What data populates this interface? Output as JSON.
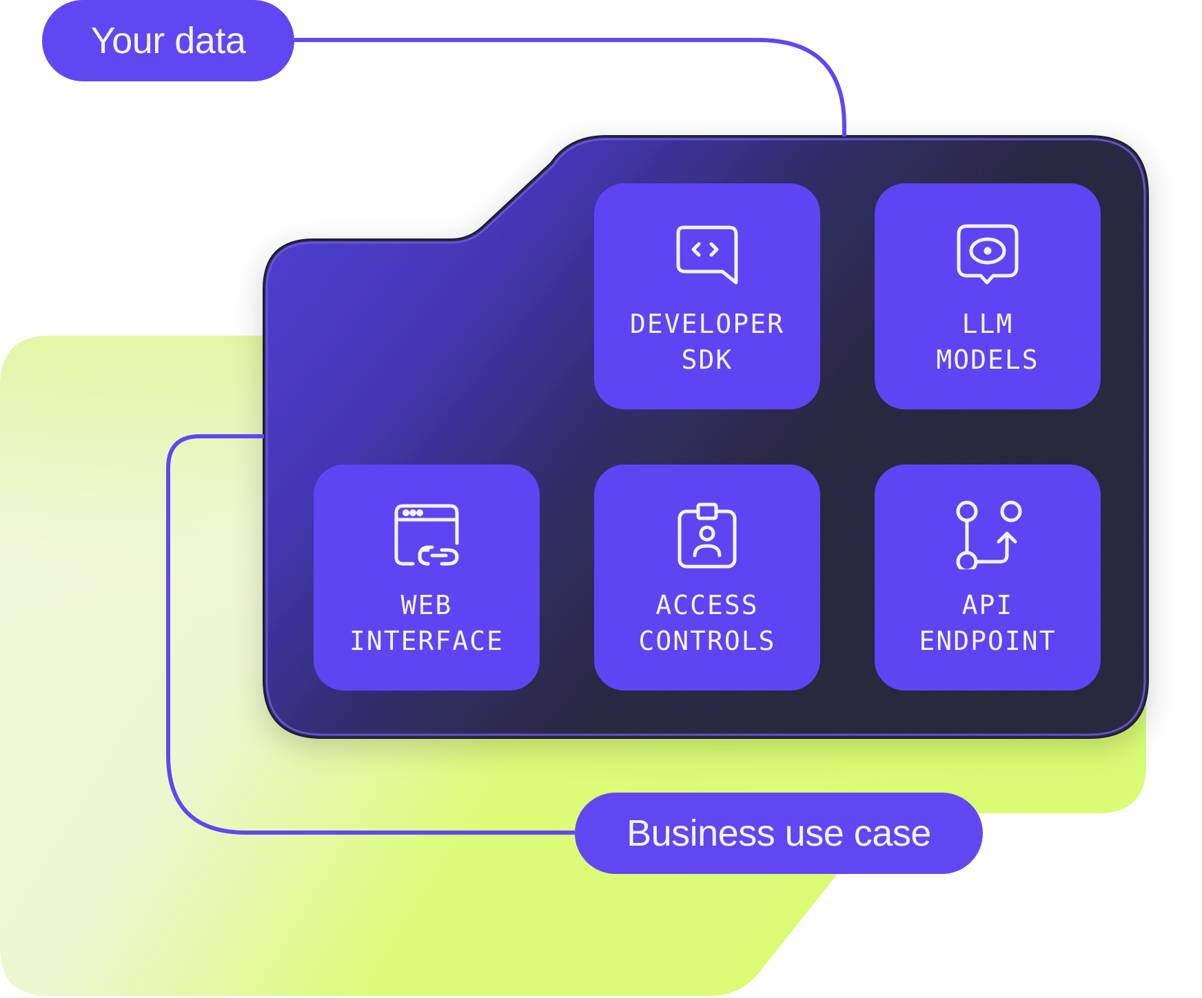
{
  "colors": {
    "accent": "#6047F2",
    "tile": "#5F44F3",
    "card_dark": "#1E1E2E",
    "card_indigo": "#3B2FB8",
    "lime": "#DCFD76",
    "lime_pale": "#F1F6DC",
    "text_light": "#F5F3EE"
  },
  "source_pill": {
    "label": "Your data"
  },
  "target_pill": {
    "label": "Business use case"
  },
  "tiles": [
    {
      "id": "developer-sdk",
      "icon": "code-chat-icon",
      "label": "DEVELOPER\nSDK"
    },
    {
      "id": "llm-models",
      "icon": "eye-chat-icon",
      "label": "LLM\nMODELS"
    },
    {
      "id": "web-interface",
      "icon": "browser-link-icon",
      "label": "WEB\nINTERFACE"
    },
    {
      "id": "access-controls",
      "icon": "id-badge-icon",
      "label": "ACCESS\nCONTROLS"
    },
    {
      "id": "api-endpoint",
      "icon": "git-branch-arrow-icon",
      "label": "API\nENDPOINT"
    }
  ]
}
